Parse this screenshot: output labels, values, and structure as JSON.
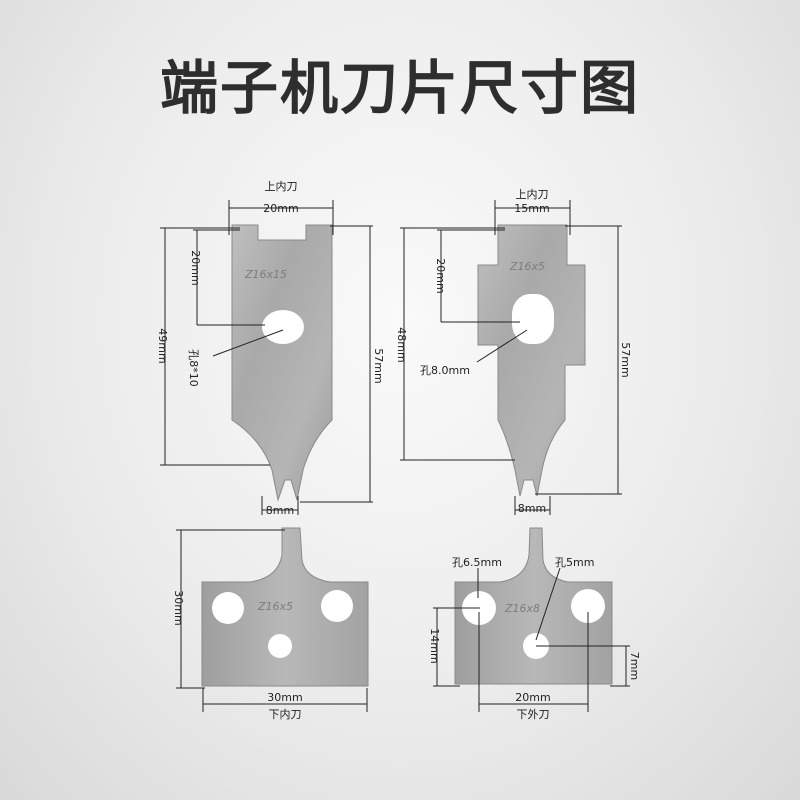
{
  "title": "端子机刀片尺寸图",
  "blade1": {
    "name": "上内刀",
    "top_width": "20mm",
    "hole_dist": "20mm",
    "hole": "孔8*10",
    "left_height": "49mm",
    "right_height": "57mm",
    "tip_width": "8mm"
  },
  "blade2": {
    "name": "上内刀",
    "top_width": "15mm",
    "hole_dist": "20mm",
    "hole": "孔8.0mm",
    "left_height": "48mm",
    "right_height": "57mm",
    "tip_width": "8mm"
  },
  "blade3": {
    "name": "下内刀",
    "height": "30mm",
    "width": "30mm",
    "stamp": "Z16x5"
  },
  "blade4": {
    "name": "下外刀",
    "hole_large": "孔6.5mm",
    "hole_small": "孔5mm",
    "height_left": "14mm",
    "height_right": "7mm",
    "width": "20mm",
    "stamp": "Z16x8"
  },
  "stamps": {
    "b1": "Z16x15",
    "b2": "Z16x5"
  }
}
